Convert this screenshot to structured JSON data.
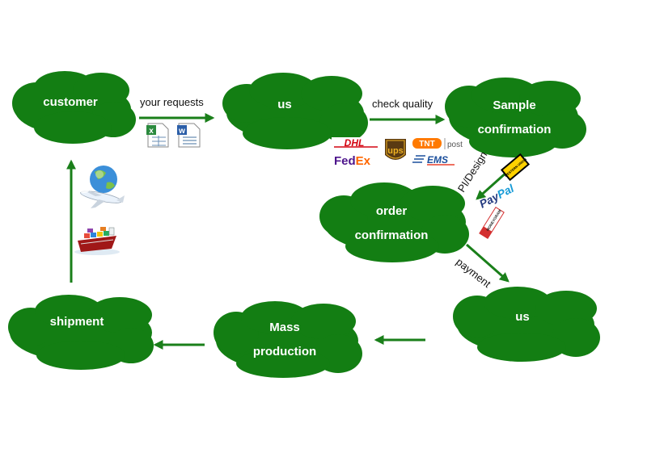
{
  "colors": {
    "cloud": "#137e13",
    "arrow": "#1a7f1a",
    "text_on_cloud": "#ffffff"
  },
  "nodes": {
    "customer": {
      "label": "customer"
    },
    "us_top": {
      "label": "us"
    },
    "sample": {
      "line1": "Sample",
      "line2": "confirmation"
    },
    "order": {
      "line1": "order",
      "line2": "confirmation"
    },
    "us_bottom": {
      "label": "us"
    },
    "mass": {
      "line1": "Mass",
      "line2": "production"
    },
    "shipment": {
      "label": "shipment"
    }
  },
  "edges": {
    "requests": {
      "label": "your requests"
    },
    "quality": {
      "label": "check quality"
    },
    "pi_design": {
      "label": "PI/Design"
    },
    "payment": {
      "label": "payment"
    }
  },
  "logos": {
    "dhl": "DHL",
    "fedex_a": "Fed",
    "fedex_b": "Ex",
    "ups": "ups",
    "tnt": "TNT",
    "post": "post",
    "ems": "EMS",
    "paypal_a": "Pay",
    "paypal_b": "Pal",
    "western_union": "WESTERN UNION",
    "moneygram": "MONEYGRAM"
  },
  "icons": [
    "excel-file-icon",
    "word-file-icon",
    "airplane-globe-icon",
    "cargo-ship-icon"
  ]
}
